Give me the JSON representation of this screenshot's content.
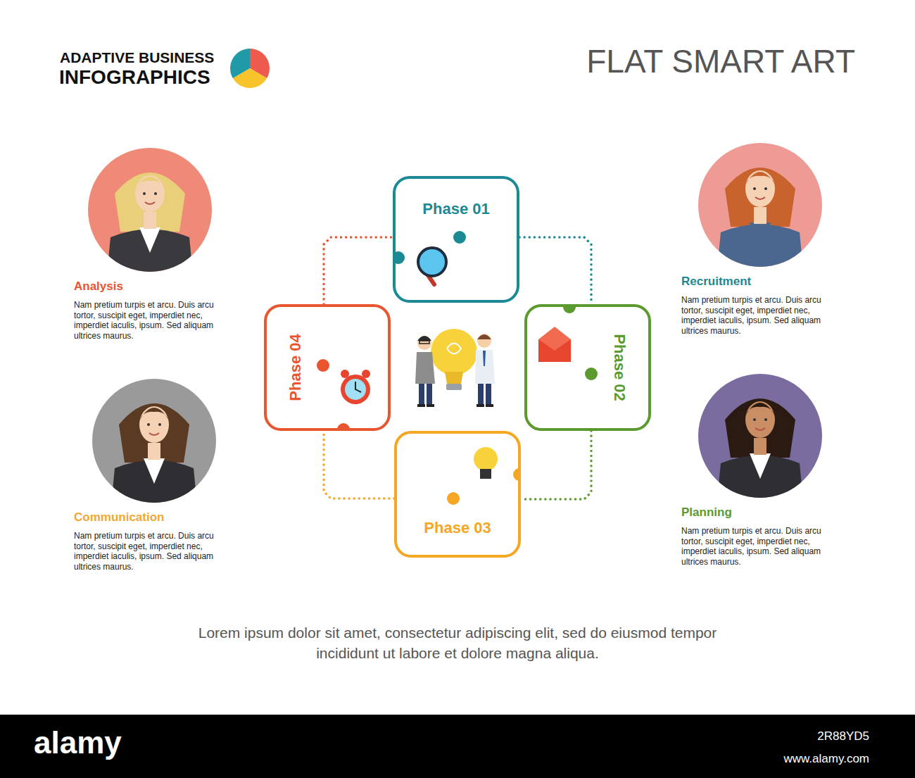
{
  "diagram": {
    "title": "FLAT SMART ART",
    "caption": "Lorem ipsum dolor sit amet, consectetur adipiscing elit, sed do eiusmod tempor incididunt ut labore et dolore magna aliqua.",
    "nodes": [
      {
        "text": [
          "Analysis",
          "Nam pretium turpis et arcu. Duis arcu tortor, suscipit eget, imperdiet nec, imperdiet iaculis, ipsum. Sed aliquam ultrices maurus."
        ]
      },
      {
        "text": [
          "Recruitment",
          "Nam pretium turpis et arcu. Duis arcu tortor, suscipit eget, imperdiet nec, imperdiet iaculis, ipsum. Sed aliquam ultrices maurus."
        ]
      },
      {
        "text": [
          "Communication",
          "Nam pretium turpis et arcu. Duis arcu tortor, suscipit eget, imperdiet nec, imperdiet iaculis, ipsum. Sed aliquam ultrices maurus."
        ]
      },
      {
        "text": [
          "Planning",
          "Nam pretium turpis et arcu. Duis arcu tortor, suscipit eget, imperdiet nec, imperdiet iaculis, ipsum. Sed aliquam ultrices maurus."
        ]
      },
      {
        "text": [
          "Phase 01"
        ]
      },
      {
        "text": [
          "Phase 02"
        ]
      },
      {
        "text": [
          "Phase 03"
        ]
      },
      {
        "text": [
          "Phase 04"
        ]
      }
    ],
    "edges": [
      {
        "from": 4,
        "to": 5,
        "arrow": "none"
      },
      {
        "from": 5,
        "to": 6,
        "arrow": "none"
      },
      {
        "from": 6,
        "to": 7,
        "arrow": "none"
      },
      {
        "from": 7,
        "to": 4,
        "arrow": "none"
      }
    ],
    "labels": [
      "ADAPTIVE BUSINESS",
      "INFOGRAPHICS",
      "alamy",
      "2R88YD5",
      "www.alamy.com"
    ]
  }
}
